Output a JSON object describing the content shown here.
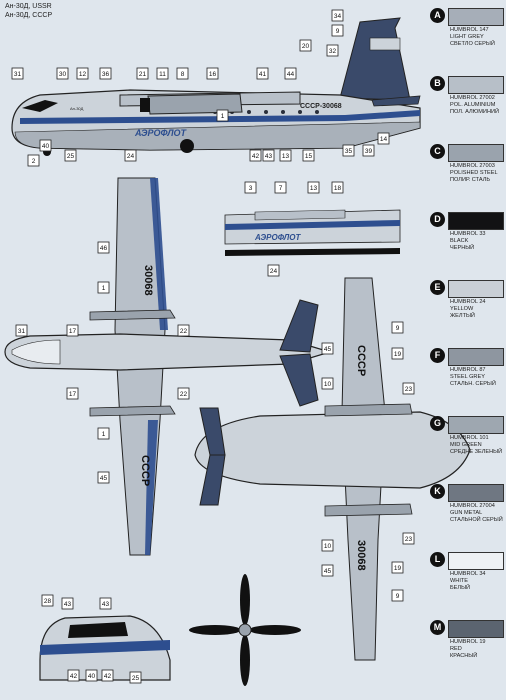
{
  "header": {
    "line1": "Ан-30Д, USSR",
    "line2": "Ан-30Д, СССР"
  },
  "markings": {
    "registration": "СССР-30068",
    "airline": "АЭРОФЛОТ",
    "wing_number": "30068",
    "wing_country": "СССР",
    "nose_text": "Ан-30Д"
  },
  "swatches": [
    {
      "letter": "A",
      "name": "HUMBROL 147",
      "en": "LIGHT GREY",
      "ru": "СВЕТЛО СЕРЫЙ",
      "color": "#a6aeb8"
    },
    {
      "letter": "B",
      "name": "HUMBROL 27002",
      "en": "POL. ALUMINIUM",
      "ru": "ПОЛ. АЛЮМИНИЙ",
      "color": "#b7bfc8"
    },
    {
      "letter": "C",
      "name": "HUMBROL 27003",
      "en": "POLISHED STEEL",
      "ru": "ПОЛИР. СТАЛЬ",
      "color": "#9aa3ad"
    },
    {
      "letter": "D",
      "name": "HUMBROL 33",
      "en": "BLACK",
      "ru": "ЧЕРНЫЙ",
      "color": "#121214"
    },
    {
      "letter": "E",
      "name": "HUMBROL 24",
      "en": "YELLOW",
      "ru": "ЖЕЛТЫЙ",
      "color": "#c9cfd6"
    },
    {
      "letter": "F",
      "name": "HUMBROL 87",
      "en": "STEEL GREY",
      "ru": "СТАЛЬН. СЕРЫЙ",
      "color": "#8e96a0"
    },
    {
      "letter": "G",
      "name": "HUMBROL 101",
      "en": "MID GREEN",
      "ru": "СРЕДНЕ ЗЕЛЕНЫЙ",
      "color": "#9ea7b0"
    },
    {
      "letter": "K",
      "name": "HUMBROL 27004",
      "en": "GUN METAL",
      "ru": "СТАЛЬНОЙ СЕРЫЙ",
      "color": "#6f7782"
    },
    {
      "letter": "L",
      "name": "HUMBROL 34",
      "en": "WHITE",
      "ru": "БЕЛЫЙ",
      "color": "#eef1f4"
    },
    {
      "letter": "M",
      "name": "HUMBROL 19",
      "en": "RED",
      "ru": "КРАСНЫЙ",
      "color": "#5b6470"
    }
  ],
  "colors": {
    "fuselage": "#ccd3da",
    "belly": "#a9b1ba",
    "stripe": "#2d4e8f",
    "tail": "#3a4a6a",
    "black": "#111111",
    "wing": "#b8c0c9",
    "outline": "#222222"
  },
  "callouts": {
    "side": [
      "31",
      "30",
      "12",
      "21",
      "11",
      "8",
      "16",
      "41",
      "44",
      "32",
      "34",
      "9",
      "20",
      "1",
      "36",
      "25",
      "24",
      "13",
      "42",
      "43",
      "15",
      "39",
      "35",
      "14",
      "2",
      "40"
    ],
    "detail": [
      "3",
      "7",
      "13",
      "18",
      "24"
    ],
    "plan_left": [
      "46",
      "1",
      "17",
      "22",
      "31",
      "17",
      "22",
      "1",
      "45"
    ],
    "plan_right": [
      "9",
      "19",
      "45",
      "10",
      "23",
      "10",
      "23",
      "45",
      "19",
      "9"
    ],
    "front": [
      "28",
      "43",
      "43",
      "42",
      "40",
      "42",
      "25"
    ]
  }
}
